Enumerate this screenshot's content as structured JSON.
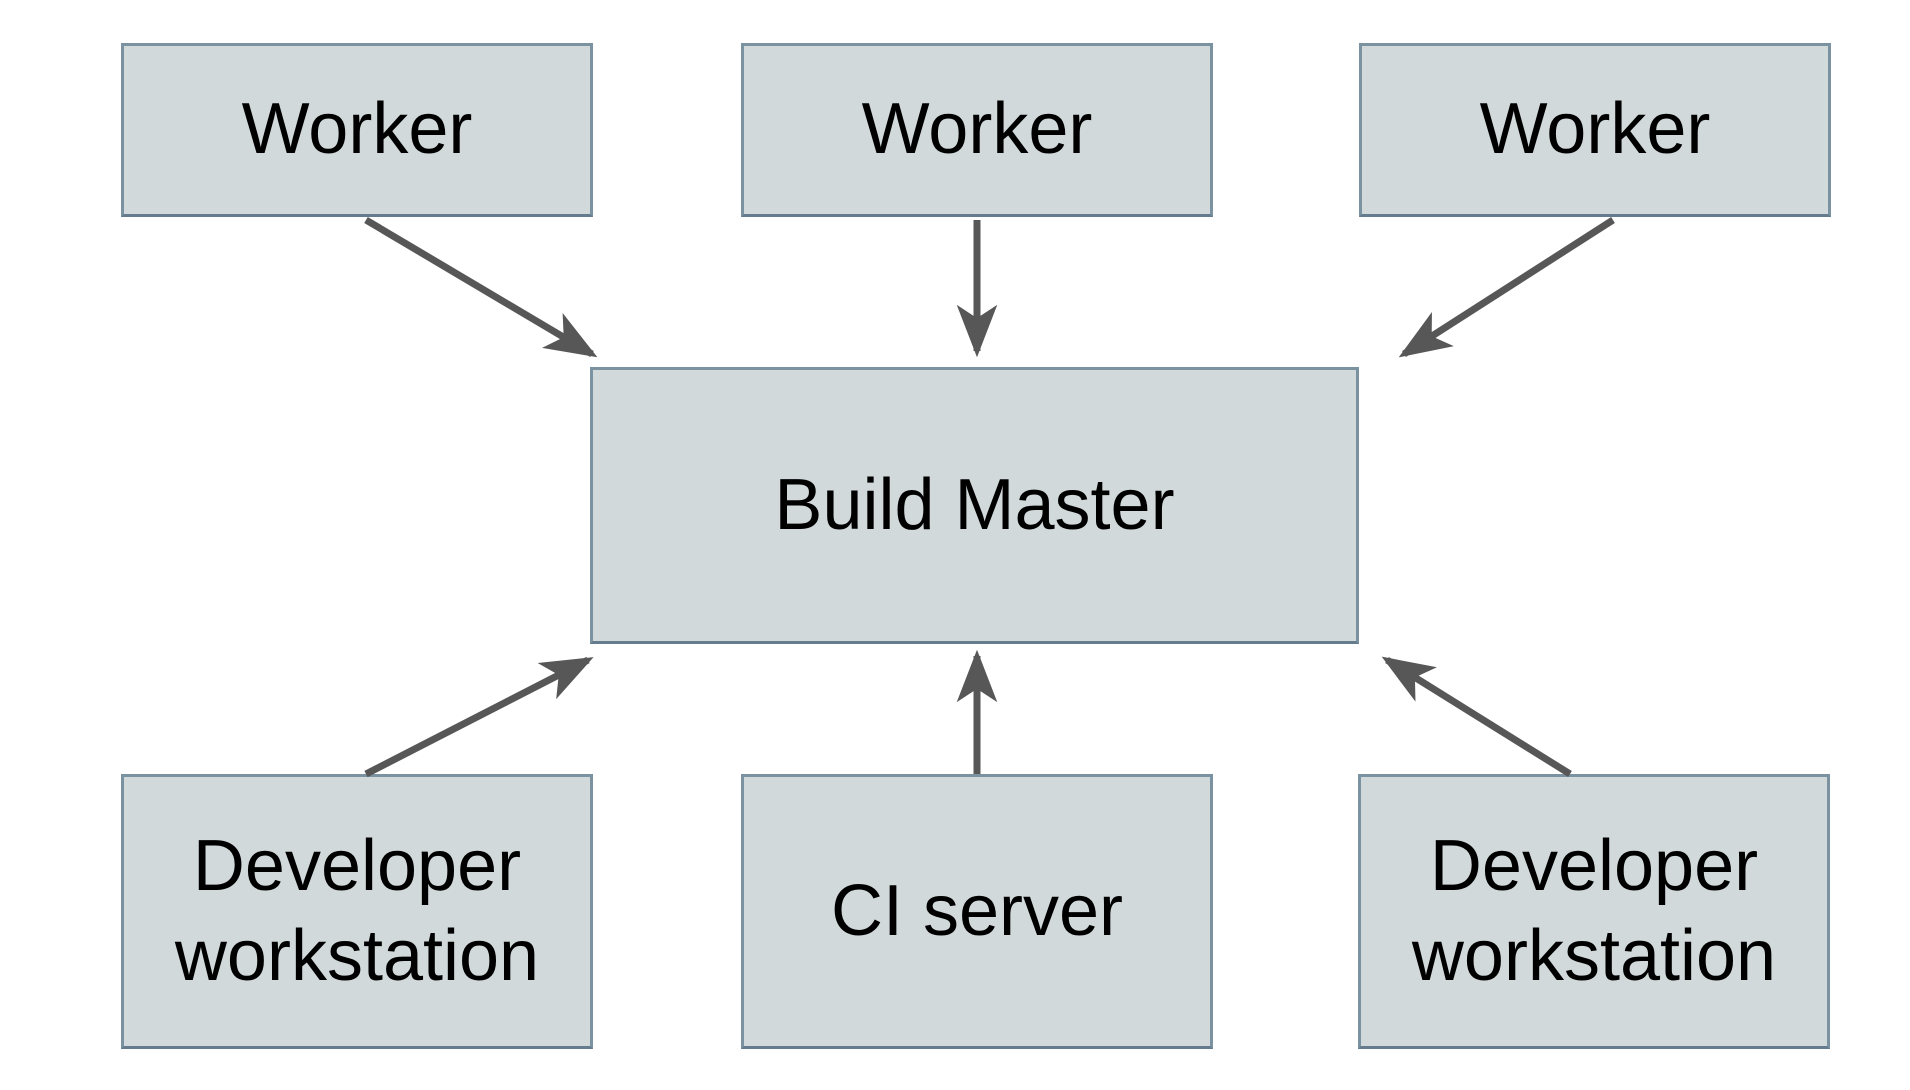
{
  "diagram": {
    "nodes": [
      {
        "id": "worker-1",
        "label": "Worker"
      },
      {
        "id": "worker-2",
        "label": "Worker"
      },
      {
        "id": "worker-3",
        "label": "Worker"
      },
      {
        "id": "build-master",
        "label": "Build Master"
      },
      {
        "id": "developer-workstation-left",
        "label": "Developer workstation"
      },
      {
        "id": "ci-server",
        "label": "CI server"
      },
      {
        "id": "developer-workstation-right",
        "label": "Developer workstation"
      }
    ],
    "edges": [
      {
        "from": "worker-1",
        "to": "build-master",
        "direction": "down-right"
      },
      {
        "from": "worker-2",
        "to": "build-master",
        "direction": "down"
      },
      {
        "from": "worker-3",
        "to": "build-master",
        "direction": "down-left"
      },
      {
        "from": "developer-workstation-left",
        "to": "build-master",
        "direction": "up-right"
      },
      {
        "from": "ci-server",
        "to": "build-master",
        "direction": "up"
      },
      {
        "from": "developer-workstation-right",
        "to": "build-master",
        "direction": "up-left"
      }
    ],
    "colors": {
      "node_fill": "#d2d9da",
      "node_border": "#7b92a1",
      "arrow": "#575757",
      "label_text": "#000000",
      "background": "#ffffff"
    }
  }
}
